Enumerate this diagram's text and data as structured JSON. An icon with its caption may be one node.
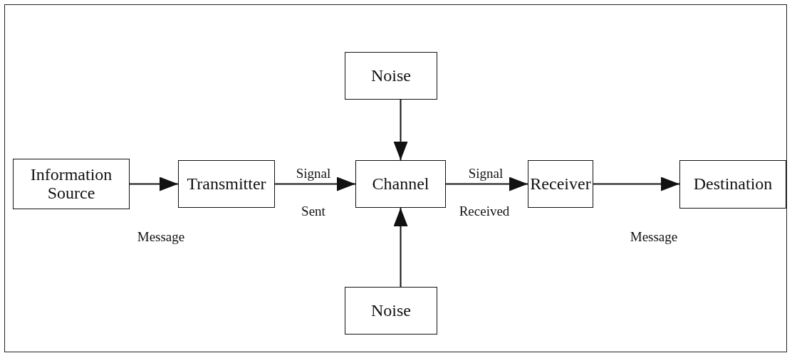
{
  "diagram": {
    "nodes": [
      {
        "text": [
          "Noise"
        ]
      },
      {
        "text": [
          "Information Source"
        ]
      },
      {
        "text": [
          "Transmitter"
        ]
      },
      {
        "text": [
          "Channel"
        ]
      },
      {
        "text": [
          "Receiver"
        ]
      },
      {
        "text": [
          "Destination"
        ]
      },
      {
        "text": [
          "Noise"
        ]
      }
    ],
    "edges": [
      {
        "from": 1,
        "to": 2,
        "arrow": "to"
      },
      {
        "from": 2,
        "to": 3,
        "arrow": "to"
      },
      {
        "from": 3,
        "to": 4,
        "arrow": "to"
      },
      {
        "from": 4,
        "to": 5,
        "arrow": "to"
      },
      {
        "from": 0,
        "to": 3,
        "arrow": "to"
      },
      {
        "from": 6,
        "to": 3,
        "arrow": "to"
      }
    ],
    "labels": [
      "Signal",
      "Sent",
      "Signal",
      "Received",
      "Message",
      "Message"
    ]
  }
}
